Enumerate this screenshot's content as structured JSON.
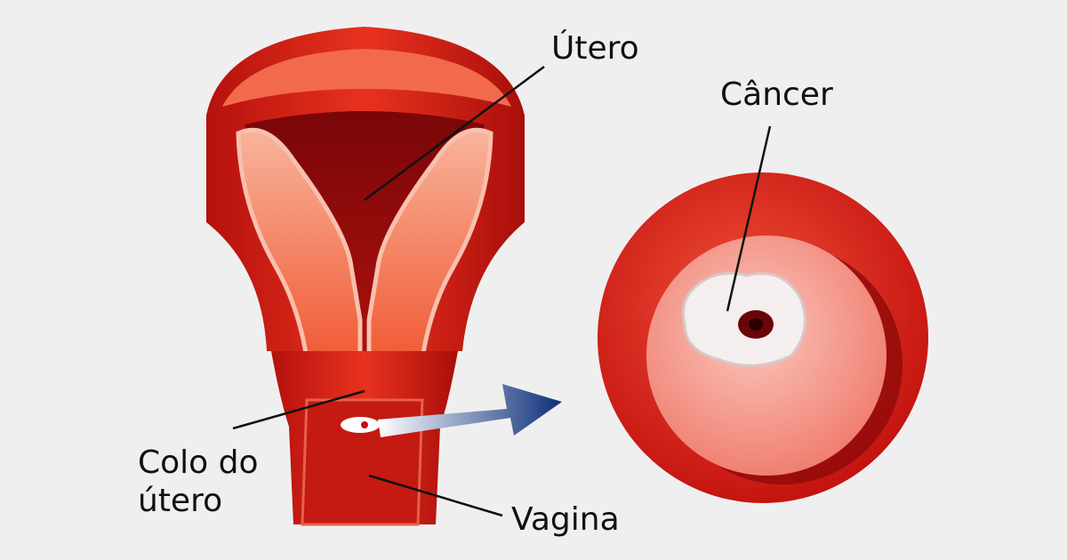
{
  "labels": {
    "uterus": "Útero",
    "cancer": "Câncer",
    "cervix_line1": "Colo do",
    "cervix_line2": "útero",
    "vagina": "Vagina"
  },
  "colors": {
    "background": "#efefef",
    "tissue_red": "#d8231a",
    "tissue_dark": "#8e0a0a",
    "lining_pink": "#f7a08c",
    "arrow_blue": "#0d2f7a"
  }
}
